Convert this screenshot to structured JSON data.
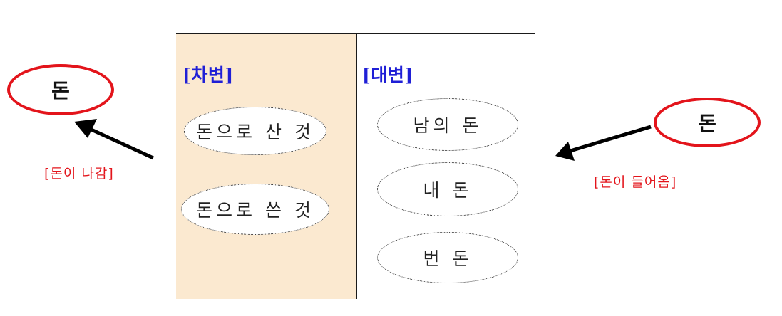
{
  "debit": {
    "header": "[차변]",
    "items": [
      "돈으로 산 것",
      "돈으로 쓴 것"
    ]
  },
  "credit": {
    "header": "[대변]",
    "items": [
      "남의 돈",
      "내 돈",
      "번 돈"
    ]
  },
  "left_money": {
    "label": "돈",
    "caption": "[돈이 나감]"
  },
  "right_money": {
    "label": "돈",
    "caption": "[돈이 들어옴]"
  },
  "colors": {
    "header": "#1f1fd6",
    "money_ring": "#e3141b",
    "caption": "#e3141b",
    "debit_fill": "#fbe9d0"
  }
}
